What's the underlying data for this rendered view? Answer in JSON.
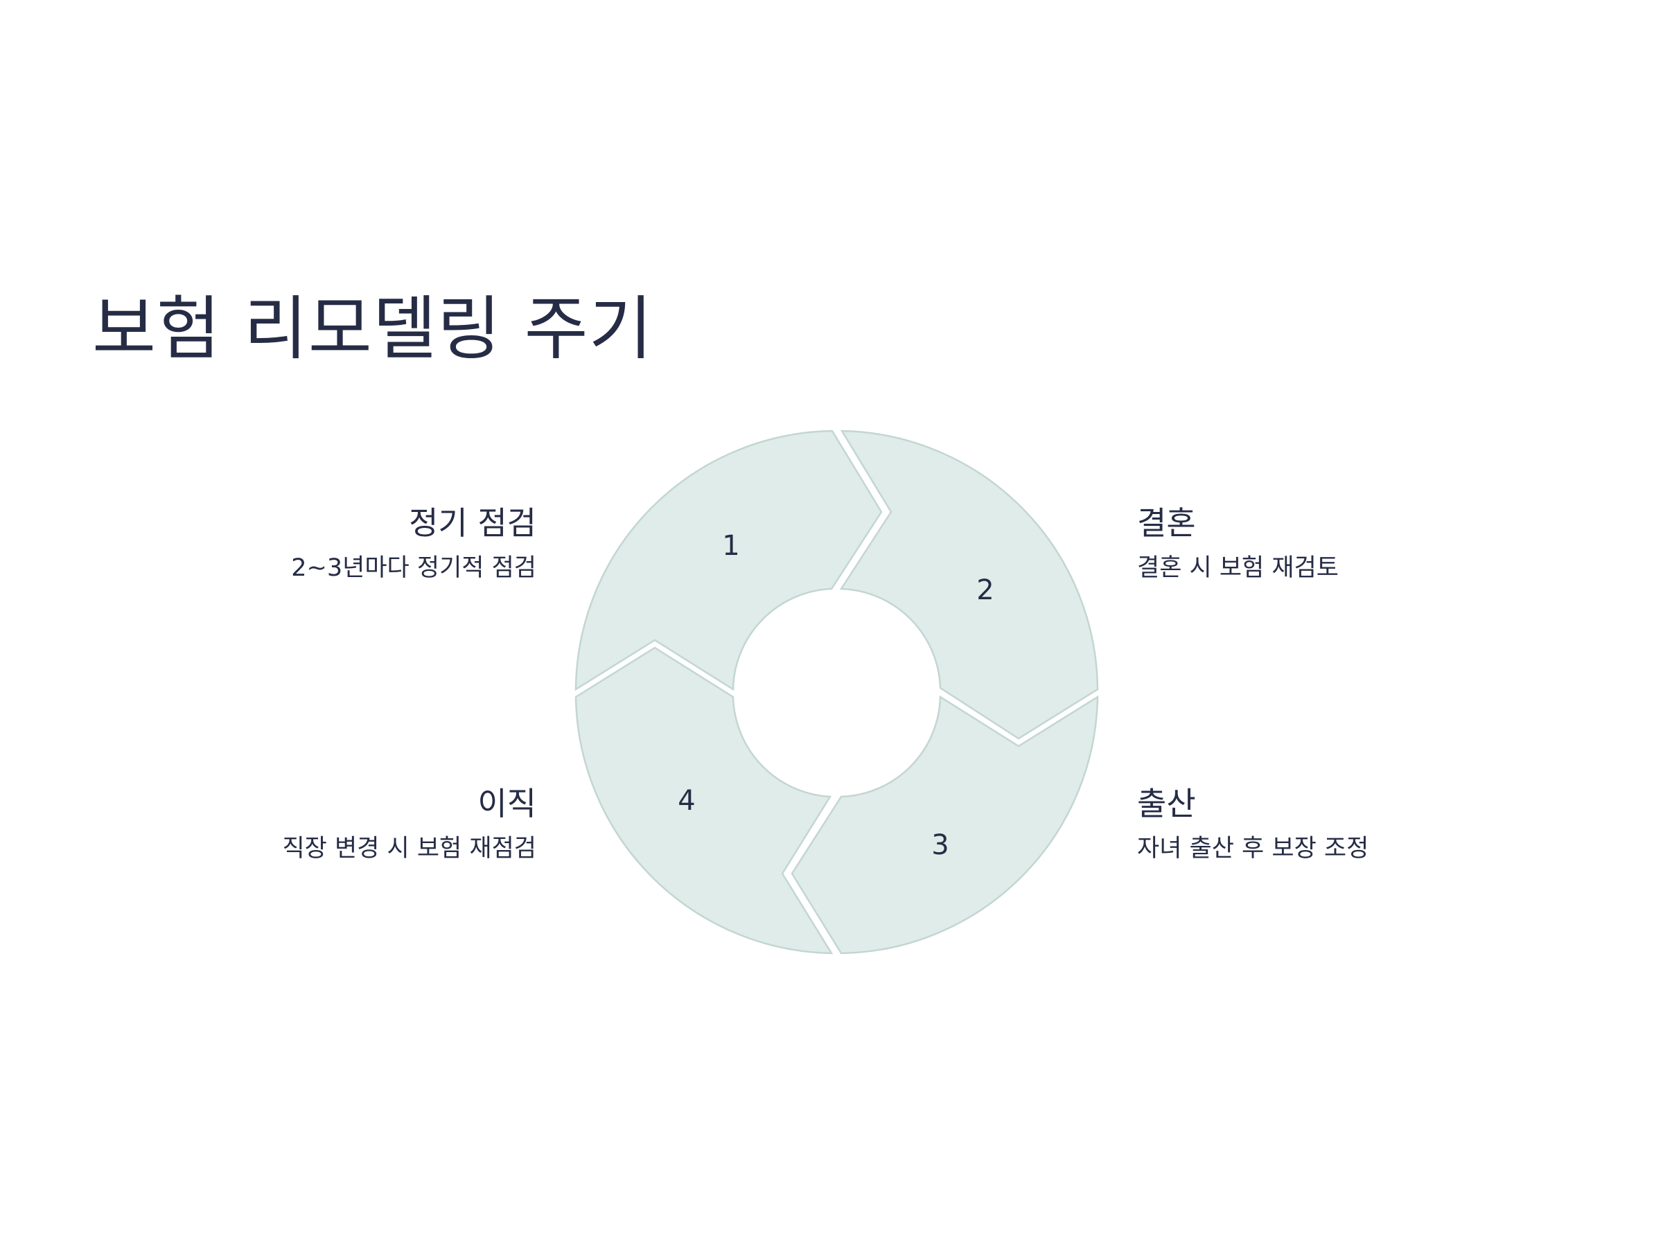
{
  "title": "보험 리모델링 주기",
  "colors": {
    "segment_fill": "#dfece9",
    "segment_stroke": "#c3d6d1",
    "text": "#262c45",
    "background": "#ffffff"
  },
  "steps": [
    {
      "number": "1",
      "title": "정기 점검",
      "description": "2~3년마다 정기적 점검"
    },
    {
      "number": "2",
      "title": "결혼",
      "description": "결혼 시 보험 재검토"
    },
    {
      "number": "3",
      "title": "출산",
      "description": "자녀 출산 후 보장 조정"
    },
    {
      "number": "4",
      "title": "이직",
      "description": "직장 변경 시 보험 재점검"
    }
  ]
}
